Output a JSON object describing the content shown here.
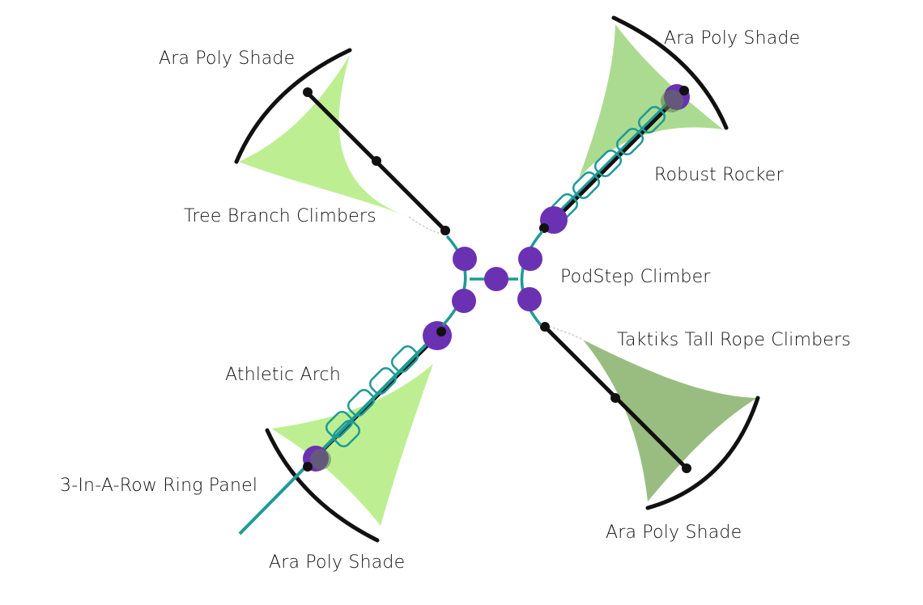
{
  "labels": {
    "ara_poly_shade_top_left": "Ara Poly Shade",
    "ara_poly_shade_top_right": "Ara Poly Shade",
    "robust_rocker": "Robust Rocker",
    "tree_branch_climbers": "Tree Branch Climbers",
    "podstep_climber": "PodStep Climber",
    "taktiks_tall_rope_climbers": "Taktiks Tall Rope Climbers",
    "athletic_arch": "Athletic Arch",
    "three_in_a_row_ring_panel": "3-In-A-Row Ring Panel",
    "ara_poly_shade_bottom_left": "Ara Poly Shade",
    "ara_poly_shade_bottom_right": "Ara Poly Shade"
  },
  "colors": {
    "shade_light_green": "#b9ee8c",
    "shade_green": "#a6d98a",
    "shade_olive": "#93b97a",
    "frame_black": "#111111",
    "teal": "#1f9a96",
    "pod_purple": "#6a31b3"
  }
}
